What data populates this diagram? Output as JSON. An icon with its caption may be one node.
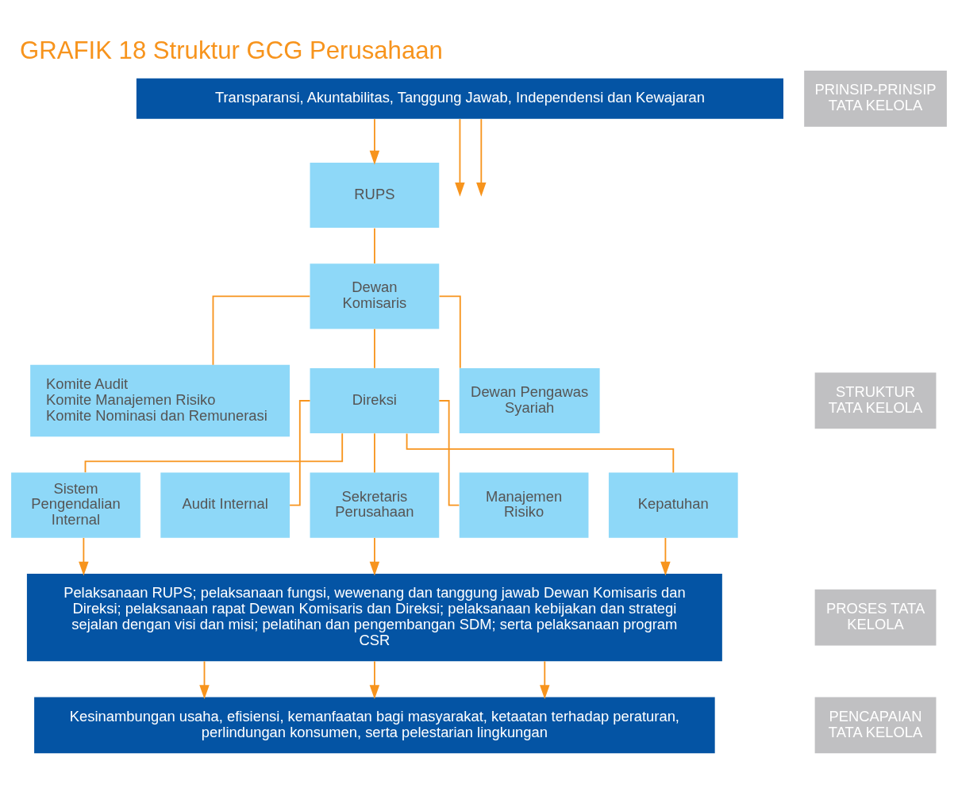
{
  "diagram": {
    "title": "GRAFIK 18 Struktur GCG Perusahaan",
    "nodes": [
      {
        "text": [
          "Transparansi, Akuntabilitas, Tanggung Jawab, Independensi dan Kewajaran"
        ]
      },
      {
        "text": [
          "RUPS"
        ]
      },
      {
        "text": [
          "Dewan Komisaris"
        ]
      },
      {
        "text": [
          "Komite Audit",
          "Komite Manajemen Risiko",
          "Komite Nominasi dan Remunerasi"
        ]
      },
      {
        "text": [
          "Direksi"
        ]
      },
      {
        "text": [
          "Dewan Pengawas Syariah"
        ]
      },
      {
        "text": [
          "Sistem Pengendalian Internal"
        ]
      },
      {
        "text": [
          "Audit Internal"
        ]
      },
      {
        "text": [
          "Sekretaris Perusahaan"
        ]
      },
      {
        "text": [
          "Manajemen Risiko"
        ]
      },
      {
        "text": [
          "Kepatuhan"
        ]
      },
      {
        "text": [
          "Pelaksanaan RUPS; pelaksanaan fungsi, wewenang dan tanggung jawab Dewan Komisaris dan Direksi; pelaksanaan rapat Dewan Komisaris dan Direksi; pelaksanaan kebijakan dan strategi sejalan dengan visi dan misi; pelatihan dan pengembangan SDM; serta pelaksanaan program CSR"
        ]
      },
      {
        "text": [
          "Kesinambungan usaha, efisiensi, kemanfaatan bagi masyarakat, ketaatan terhadap peraturan, perlindungan konsumen, serta pelestarian lingkungan"
        ]
      },
      {
        "text": [
          "PRINSIP-PRINSIP TATA KELOLA"
        ]
      },
      {
        "text": [
          "STRUKTUR TATA KELOLA"
        ]
      },
      {
        "text": [
          "PROSES TATA KELOLA"
        ]
      },
      {
        "text": [
          "PENCAPAIAN TATA KELOLA"
        ]
      }
    ],
    "edges": [
      {
        "from": 0,
        "to": null,
        "arrow": "to"
      },
      {
        "from": 0,
        "to": 1,
        "arrow": "to"
      },
      {
        "from": 0,
        "to": null,
        "arrow": "to"
      },
      {
        "from": 1,
        "to": 2,
        "arrow": "none"
      },
      {
        "from": 2,
        "to": 3,
        "arrow": "none"
      },
      {
        "from": 2,
        "to": 5,
        "arrow": "none"
      },
      {
        "from": 2,
        "to": 4,
        "arrow": "none"
      },
      {
        "from": 4,
        "to": 6,
        "arrow": "none"
      },
      {
        "from": 4,
        "to": 7,
        "arrow": "none"
      },
      {
        "from": 4,
        "to": 8,
        "arrow": "none"
      },
      {
        "from": 4,
        "to": 9,
        "arrow": "none"
      },
      {
        "from": 4,
        "to": 10,
        "arrow": "none"
      },
      {
        "from": 6,
        "to": 11,
        "arrow": "to"
      },
      {
        "from": 8,
        "to": 11,
        "arrow": "to"
      },
      {
        "from": 10,
        "to": 11,
        "arrow": "to"
      },
      {
        "from": 11,
        "to": 12,
        "arrow": "to"
      },
      {
        "from": 11,
        "to": 12,
        "arrow": "to"
      },
      {
        "from": 11,
        "to": 12,
        "arrow": "to"
      }
    ]
  }
}
